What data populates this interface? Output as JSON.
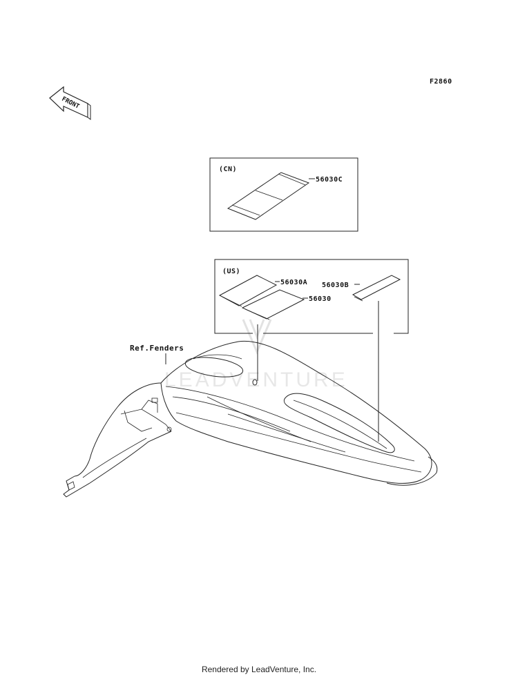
{
  "diagram_code": "F2860",
  "front_label": "FRONT",
  "groups": {
    "cn": {
      "label": "(CN)"
    },
    "us": {
      "label": "(US)"
    }
  },
  "parts": {
    "part_56030c": "56030C",
    "part_56030a": "56030A",
    "part_56030": "56030",
    "part_56030b": "56030B"
  },
  "reference_label": "Ref.Fenders",
  "watermark": "LEADVENTURE",
  "footer": "Rendered by LeadVenture, Inc."
}
